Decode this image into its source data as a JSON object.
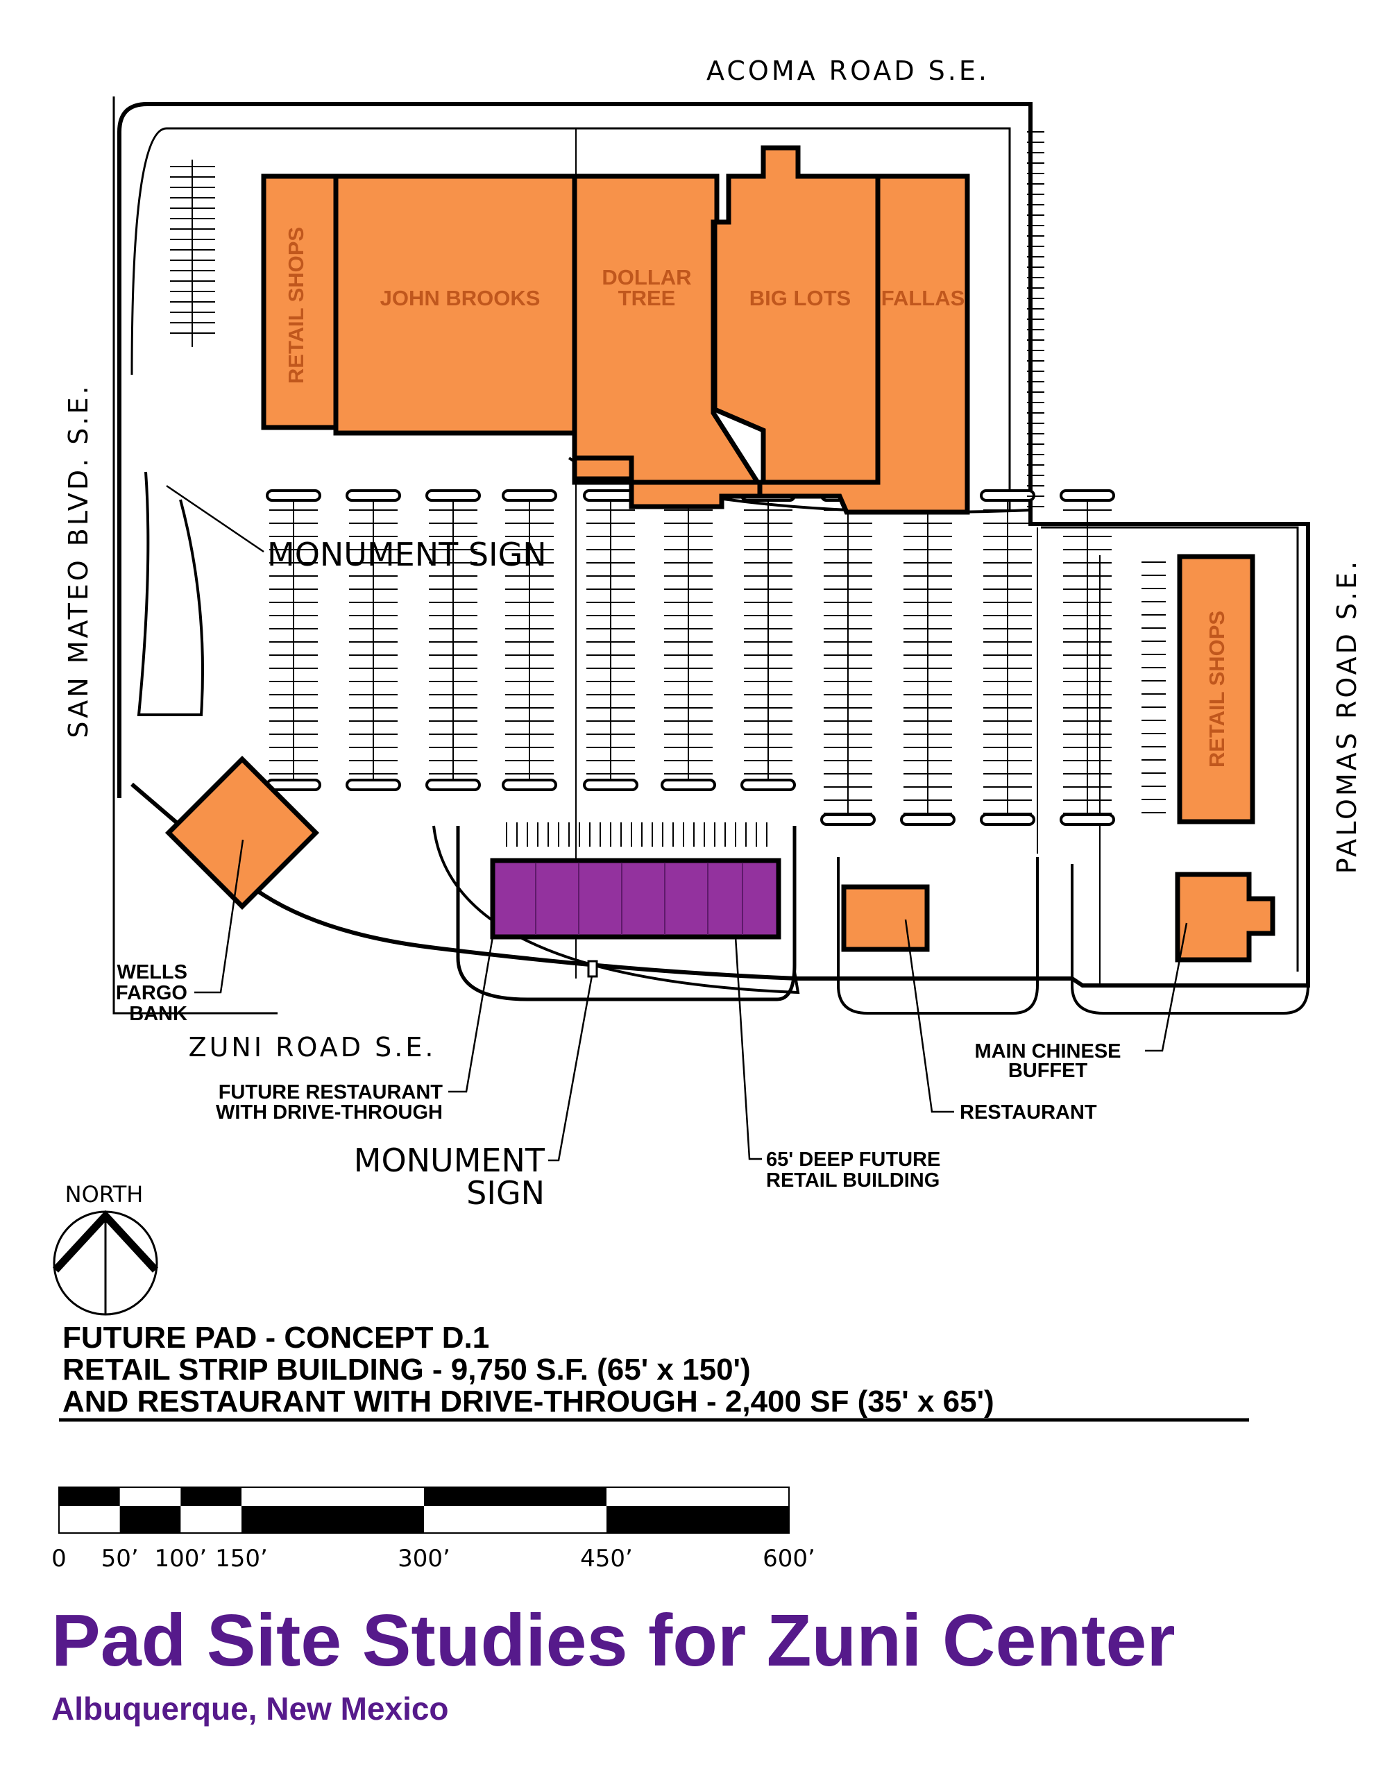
{
  "roads": {
    "north": "ACOMA  ROAD  S.E.",
    "west": "SAN  MATEO  BLVD.  S.E.",
    "east": "PALOMAS  ROAD  S.E.",
    "south": "ZUNI  ROAD  S.E."
  },
  "buildings": {
    "retail_shops_west": "RETAIL SHOPS",
    "john_brooks": "JOHN BROOKS",
    "dollar_tree_line1": "DOLLAR",
    "dollar_tree_line2": "TREE",
    "big_lots": "BIG LOTS",
    "fallas": "FALLAS",
    "retail_shops_east": "RETAIL SHOPS"
  },
  "callouts": {
    "monument_sign_1": "MONUMENT  SIGN",
    "wells_fargo": [
      "WELLS",
      "FARGO",
      "BANK"
    ],
    "future_restaurant": [
      "FUTURE RESTAURANT",
      "WITH DRIVE-THROUGH"
    ],
    "monument_sign_2": [
      "MONUMENT",
      "SIGN"
    ],
    "future_retail": [
      "65' DEEP FUTURE",
      "RETAIL BUILDING"
    ],
    "main_chinese_buffet": [
      "MAIN CHINESE",
      "BUFFET"
    ],
    "restaurant": "RESTAURANT"
  },
  "north_arrow": "NORTH",
  "notes": [
    "FUTURE PAD - CONCEPT D.1",
    "RETAIL STRIP BUILDING - 9,750 S.F. (65' x 150')",
    "AND RESTAURANT WITH DRIVE-THROUGH - 2,400 SF (35' x 65')"
  ],
  "scale_bar": {
    "labels": [
      "0",
      "50’",
      "100’",
      "150’",
      "300’",
      "450’",
      "600’"
    ],
    "values_ft": [
      0,
      50,
      100,
      150,
      300,
      450,
      600
    ]
  },
  "title": "Pad Site Studies for Zuni Center",
  "subtitle": "Albuquerque, New Mexico",
  "colors": {
    "existing_building": "#f7924a",
    "future_building": "#93329e",
    "title": "#561a8b"
  }
}
